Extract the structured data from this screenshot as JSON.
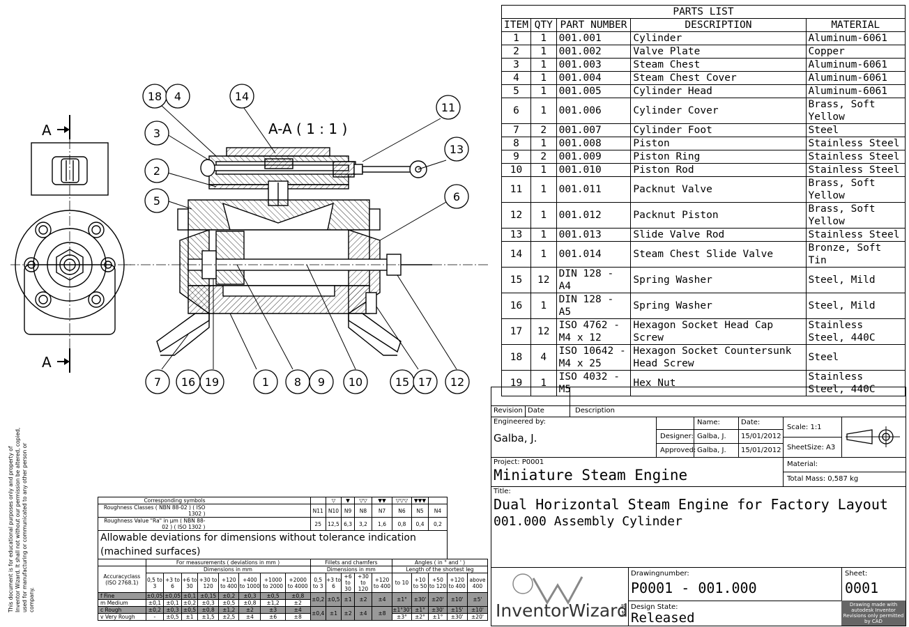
{
  "parts_list": {
    "title": "PARTS LIST",
    "headers": [
      "ITEM",
      "QTY",
      "PART NUMBER",
      "DESCRIPTION",
      "MATERIAL"
    ],
    "rows": [
      [
        "1",
        "1",
        "001.001",
        "Cylinder",
        "Aluminum-6061"
      ],
      [
        "2",
        "1",
        "001.002",
        "Valve Plate",
        "Copper"
      ],
      [
        "3",
        "1",
        "001.003",
        "Steam Chest",
        "Aluminum-6061"
      ],
      [
        "4",
        "1",
        "001.004",
        "Steam Chest Cover",
        "Aluminum-6061"
      ],
      [
        "5",
        "1",
        "001.005",
        "Cylinder Head",
        "Aluminum-6061"
      ],
      [
        "6",
        "1",
        "001.006",
        "Cylinder Cover",
        "Brass, Soft Yellow"
      ],
      [
        "7",
        "2",
        "001.007",
        "Cylinder Foot",
        "Steel"
      ],
      [
        "8",
        "1",
        "001.008",
        "Piston",
        "Stainless Steel"
      ],
      [
        "9",
        "2",
        "001.009",
        "Piston Ring",
        "Stainless Steel"
      ],
      [
        "10",
        "1",
        "001.010",
        "Piston Rod",
        "Stainless Steel"
      ],
      [
        "11",
        "1",
        "001.011",
        "Packnut Valve",
        "Brass, Soft Yellow"
      ],
      [
        "12",
        "1",
        "001.012",
        "Packnut Piston",
        "Brass, Soft Yellow"
      ],
      [
        "13",
        "1",
        "001.013",
        "Slide Valve Rod",
        "Stainless Steel"
      ],
      [
        "14",
        "1",
        "001.014",
        "Steam Chest Slide Valve",
        "Bronze, Soft Tin"
      ],
      [
        "15",
        "12",
        "DIN 128 - A4",
        "Spring Washer",
        "Steel, Mild"
      ],
      [
        "16",
        "1",
        "DIN 128 - A5",
        "Spring Washer",
        "Steel, Mild"
      ],
      [
        "17",
        "12",
        "ISO 4762 - M4 x 12",
        "Hexagon Socket Head Cap Screw",
        "Stainless Steel, 440C"
      ],
      [
        "18",
        "4",
        "ISO 10642 - M4 x 25",
        "Hexagon Socket Countersunk Head Screw",
        "Steel"
      ],
      [
        "19",
        "1",
        "ISO 4032 - M5",
        "Hex Nut",
        "Stainless Steel, 440C"
      ]
    ]
  },
  "drawing": {
    "section_label": "A-A ( 1 : 1 )",
    "section_mark": "A",
    "balloons": [
      "18",
      "4",
      "14",
      "11",
      "13",
      "3",
      "2",
      "5",
      "6",
      "7",
      "16",
      "19",
      "1",
      "8",
      "9",
      "10",
      "15",
      "17",
      "12"
    ]
  },
  "title_block": {
    "revision_header": [
      "Revision",
      "Date",
      "Description"
    ],
    "engineered_by_label": "Engineered by:",
    "engineered_by": "Galba, J.",
    "name_label": "Name:",
    "date_label": "Date:",
    "designer_label": "Designer:",
    "designer_name": "Galba, J.",
    "designer_date": "15/01/2012",
    "approved_label": "Approved:",
    "approved_name": "Galba, J.",
    "approved_date": "15/01/2012",
    "scale": "Scale: 1:1",
    "sheet_size": "SheetSize: A3",
    "project_label": "Project: P0001",
    "project_name": "Miniature Steam Engine",
    "material_label": "Material:",
    "total_mass": "Total Mass: 0,587 kg",
    "title_label": "Title:",
    "title_line1": "Dual Horizontal Steam Engine for Factory Layout",
    "title_line2": "001.000 Assembly Cylinder",
    "drawing_number_label": "Drawingnumber:",
    "drawing_number": "P0001 - 001.000",
    "sheet_label": "Sheet:",
    "sheet": "0001",
    "design_state_label": "Design State:",
    "design_state": "Released",
    "logo_text": "InventorWizard",
    "logo_side": "be.fit",
    "cad_note": "Drawing made with autodesk Inventor Revisions only permitted by CAD"
  },
  "side_note": "This document is for educational purposes only and property of Inventor Wizard. It shall not without our permission be altered, copied, used for manufacturing or communicated to any other person or company.",
  "deviations": {
    "corresponding_symbols": "Corresponding symbols",
    "roughness_classes": "Roughness Classes ( NBN 88-02 ) ( ISO 1302 )",
    "roughness_value": "Roughness Value \"Ra\" in µm ( NBN 88-02 ) ( ISO 1302 )",
    "symbols": [
      "▽",
      "▼",
      "▽▽",
      "▼▼",
      "▽▽▽",
      "▼▼▼"
    ],
    "classes": [
      "N11",
      "N10",
      "N9",
      "N8",
      "N7",
      "N6",
      "N5",
      "N4"
    ],
    "ra_values": [
      "25",
      "12,5",
      "6,3",
      "3,2",
      "1,6",
      "0,8",
      "0,4",
      "0,2"
    ],
    "heading": "Allowable deviations for dimensions without tolerance indication (machined surfaces)",
    "for_measurements": "For measurements ( deviations in mm )",
    "fillets": "Fillets and chamfers",
    "angles": "Angles ( in ° and ' )",
    "accuracy_class": "Accuracyclass (ISO 2768.1)",
    "dimensions_mm": "Dimensions in mm",
    "shortest_leg": "Length of the shortest leg",
    "dim_ranges": [
      "0,5 to 3",
      "+3 to 6",
      "+6 to 30",
      "+30 to 120",
      "+120 to 400",
      "+400 to 1000",
      "+1000 to 2000",
      "+2000 to 4000"
    ],
    "fillet_ranges": [
      "0,5 to 3",
      "+3 to 6",
      "+6 to 30",
      "+30 to 120",
      "+120 to 400"
    ],
    "angle_ranges": [
      "to 10",
      "+10 to 50",
      "+50 to 120",
      "+120 to 400",
      "above 400"
    ],
    "rows": [
      {
        "cls": "f Fine",
        "dims": [
          "±0,05",
          "±0,05",
          "±0,1",
          "±0,15",
          "±0,2",
          "±0,3",
          "±0,5",
          "±0,8"
        ]
      },
      {
        "cls": "m Medium",
        "dims": [
          "±0,1",
          "±0,1",
          "±0,2",
          "±0,3",
          "±0,5",
          "±0,8",
          "±1,2",
          "±2"
        ]
      },
      {
        "cls": "c Rough",
        "dims": [
          "±0,2",
          "±0,3",
          "±0,5",
          "±0,8",
          "±1,2",
          "±2",
          "±3",
          "±4"
        ]
      },
      {
        "cls": "v Very Rough",
        "dims": [
          "-",
          "±0,5",
          "±1",
          "±1,5",
          "±2,5",
          "±4",
          "±6",
          "±8"
        ]
      }
    ],
    "fillets_fm": [
      "±0,2",
      "±0,5",
      "±1",
      "±2",
      "±4"
    ],
    "fillets_cv": [
      "±0,4",
      "±1",
      "±2",
      "±4",
      "±8"
    ],
    "angles_fm": [
      "±1°",
      "±30'",
      "±20'",
      "±10'",
      "±5'"
    ],
    "angles_c": [
      "±1°30'",
      "±1°",
      "±30'",
      "±15'",
      "±10'"
    ],
    "angles_v": [
      "±3°",
      "±2°",
      "±1°",
      "±30'",
      "±20'"
    ]
  }
}
